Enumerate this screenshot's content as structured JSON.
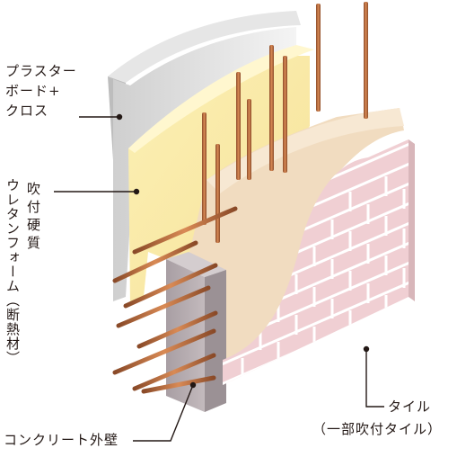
{
  "labels": {
    "plasterboard": [
      "プラスター",
      "ボード+",
      "クロス"
    ],
    "foam_horizontal": [
      "吹",
      "付",
      "硬",
      "質"
    ],
    "foam_vertical": "ウレタンフォーム（断熱材）",
    "concrete": "コンクリート外壁",
    "tile": "タイル",
    "tile_note": "（一部吹付タイル）"
  },
  "colors": {
    "plaster": "#eeeeee",
    "foam": "#fbeeaa",
    "stucco": "#f1dcc0",
    "concrete": "#b7aeb1",
    "brick": "#f0cfd3",
    "mortar": "#ffffff",
    "rebar": "#b56a3d",
    "text": "#231815"
  }
}
